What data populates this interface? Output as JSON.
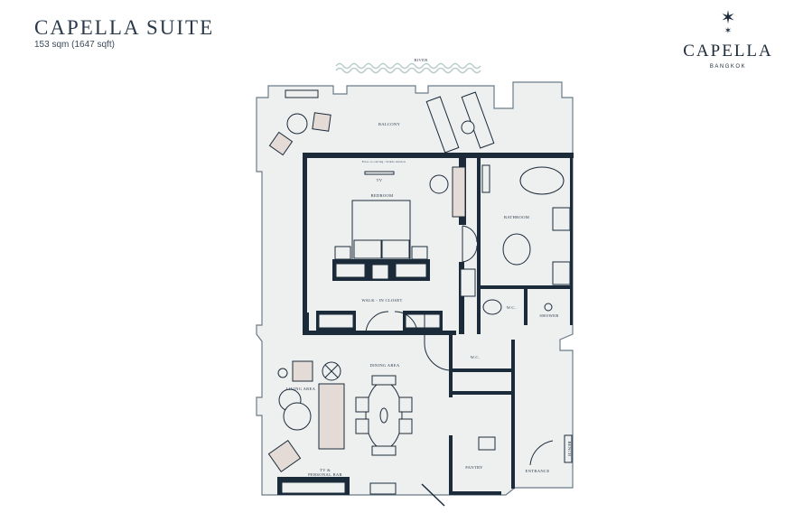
{
  "header": {
    "title": "CAPELLA SUITE",
    "area": "153 sqm (1647 sqft)"
  },
  "logo": {
    "brand": "CAPELLA",
    "city": "BANGKOK"
  },
  "plan": {
    "river": "RIVER",
    "balcony": "BALCONY",
    "window_note": "Floor-to-ceiling / blinds window",
    "tv": "TV",
    "bedroom": "BEDROOM",
    "bathroom": "BATHROOM",
    "walk_in_closet": "WALK - IN CLOSET",
    "wc_master": "W.C.",
    "shower": "SHOWER",
    "wc_guest": "W.C.",
    "dining_area": "DINING AREA",
    "living_area": "LIVING AREA",
    "tv_bar_line1": "TV &",
    "tv_bar_line2": "PERSONAL BAR",
    "pantry": "PANTRY",
    "entrance": "ENTRANCE",
    "bench": "BENCH"
  },
  "colors": {
    "wall": "#1c2b3a",
    "floor": "#eef0f0",
    "upholstery": "#e4dbd6",
    "river": "#b9cccc"
  }
}
